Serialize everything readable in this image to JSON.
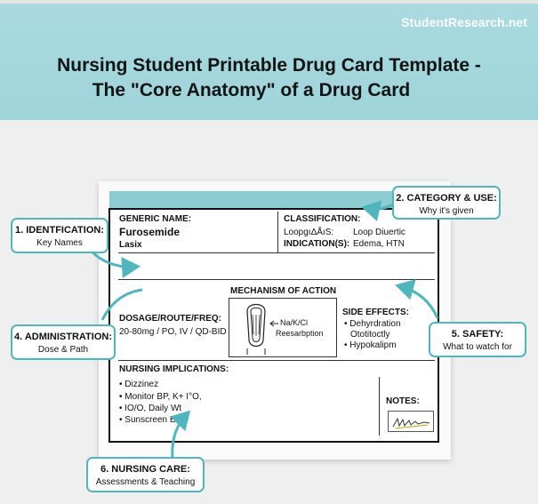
{
  "site": "StudentResearch.net",
  "title_line1": "Nursing Student Printable Drug Card Template -",
  "title_line2": "The \"Core Anatomy\" of a Drug Card",
  "card": {
    "generic_label": "GENERIC NAME:",
    "generic_value": "Furosemide",
    "brand_value": "Lasix",
    "classification_label": "CLASSIFICATION:",
    "classification_scribble": "LoopɡıΔÅıS:",
    "classification_value": "Loop Diuertic",
    "indication_label": "INDICATION(S):",
    "indication_value": "Edema, HTN",
    "mechanism_label": "MECHANISM OF ACTION",
    "mechanism_text1": "Na/K/Cl",
    "mechanism_text2": "Reesarbption",
    "dosage_label": "DOSAGE/ROUTE/FREQ:",
    "dosage_value": "20-80mg / PO, IV / QD-BID",
    "side_effects_label": "SIDE EFFECTS:",
    "side_effects": [
      "• Dehyrdration",
      "Ototitoctly",
      "• Hypokalipm"
    ],
    "nursing_label": "NURSING IMPLICATIONS:",
    "nursing_items": [
      "• Dizzinez",
      "• Monitor BP, K+ I°O,",
      "• IO/O, Daily Wt",
      "• Sunscreen Ed"
    ],
    "notes_label": "NOTES:"
  },
  "callouts": {
    "c1_title": "1. IDENTFICATION:",
    "c1_sub": "Key Names",
    "c2_title": "2. CATEGORY & USE:",
    "c2_sub": "Why it's given",
    "c4_title": "4. ADMINISTRATION:",
    "c4_sub": "Dose & Path",
    "c5_title": "5. SAFETY:",
    "c5_sub": "What to watch for",
    "c6_title": "6. NURSING CARE:",
    "c6_sub": "Assessments & Teaching"
  },
  "colors": {
    "banner": "#a9dbe0",
    "accent": "#4fb6be",
    "card_header": "#8ccdd3"
  }
}
